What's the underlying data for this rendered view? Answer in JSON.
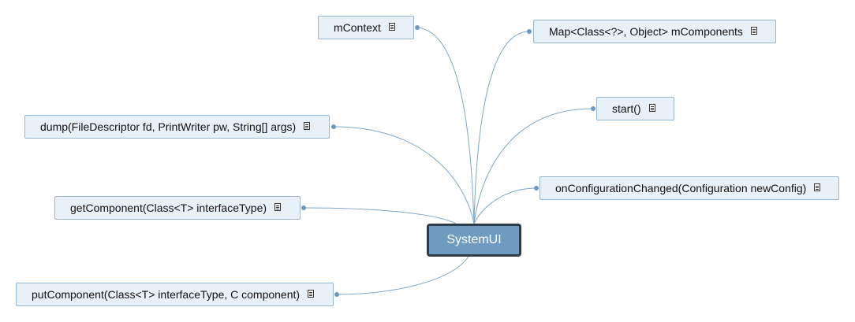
{
  "root": {
    "label": "SystemUI"
  },
  "nodes": [
    {
      "id": "mcontext",
      "label": "mContext",
      "has_note": true
    },
    {
      "id": "mcomponents",
      "label": "Map<Class<?>, Object> mComponents",
      "has_note": true
    },
    {
      "id": "start",
      "label": "start()",
      "has_note": true
    },
    {
      "id": "dump",
      "label": "dump(FileDescriptor fd, PrintWriter pw, String[] args)",
      "has_note": true
    },
    {
      "id": "onconfig",
      "label": "onConfigurationChanged(Configuration newConfig)",
      "has_note": true
    },
    {
      "id": "getcomponent",
      "label": "getComponent(Class<T> interfaceType)",
      "has_note": true
    },
    {
      "id": "putcomponent",
      "label": "putComponent(Class<T> interfaceType, C component)",
      "has_note": true
    }
  ],
  "icons": {
    "note": "note-icon"
  },
  "colors": {
    "link": "#7fa6c6",
    "node_fill": "#e9f1f8",
    "node_border": "#98b6cf",
    "root_fill": "#6f9bc0",
    "root_border": "#2f3b45"
  }
}
